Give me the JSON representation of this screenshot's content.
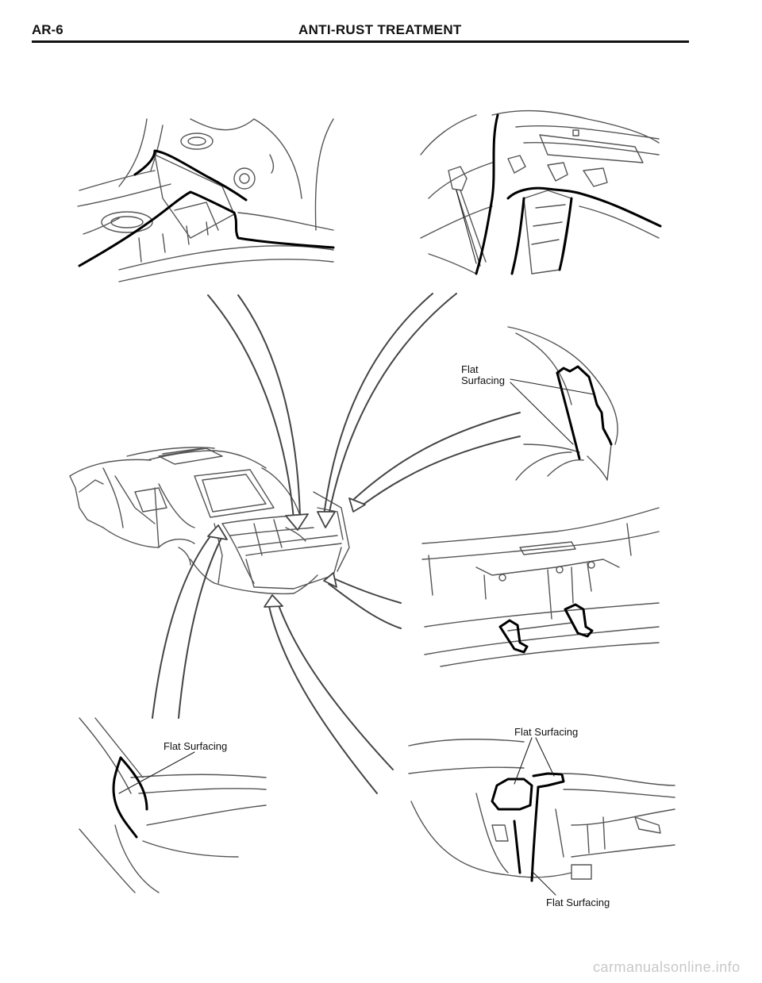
{
  "header": {
    "page_code": "AR-6",
    "title": "ANTI-RUST  TREATMENT"
  },
  "labels": {
    "top_right_line1": "Flat",
    "top_right_line2": "Surfacing",
    "bottom_left": "Flat Surfacing",
    "bottom_right_top": "Flat Surfacing",
    "bottom_right_bottom": "Flat Surfacing"
  },
  "watermark": "carmanualsonline.info"
}
